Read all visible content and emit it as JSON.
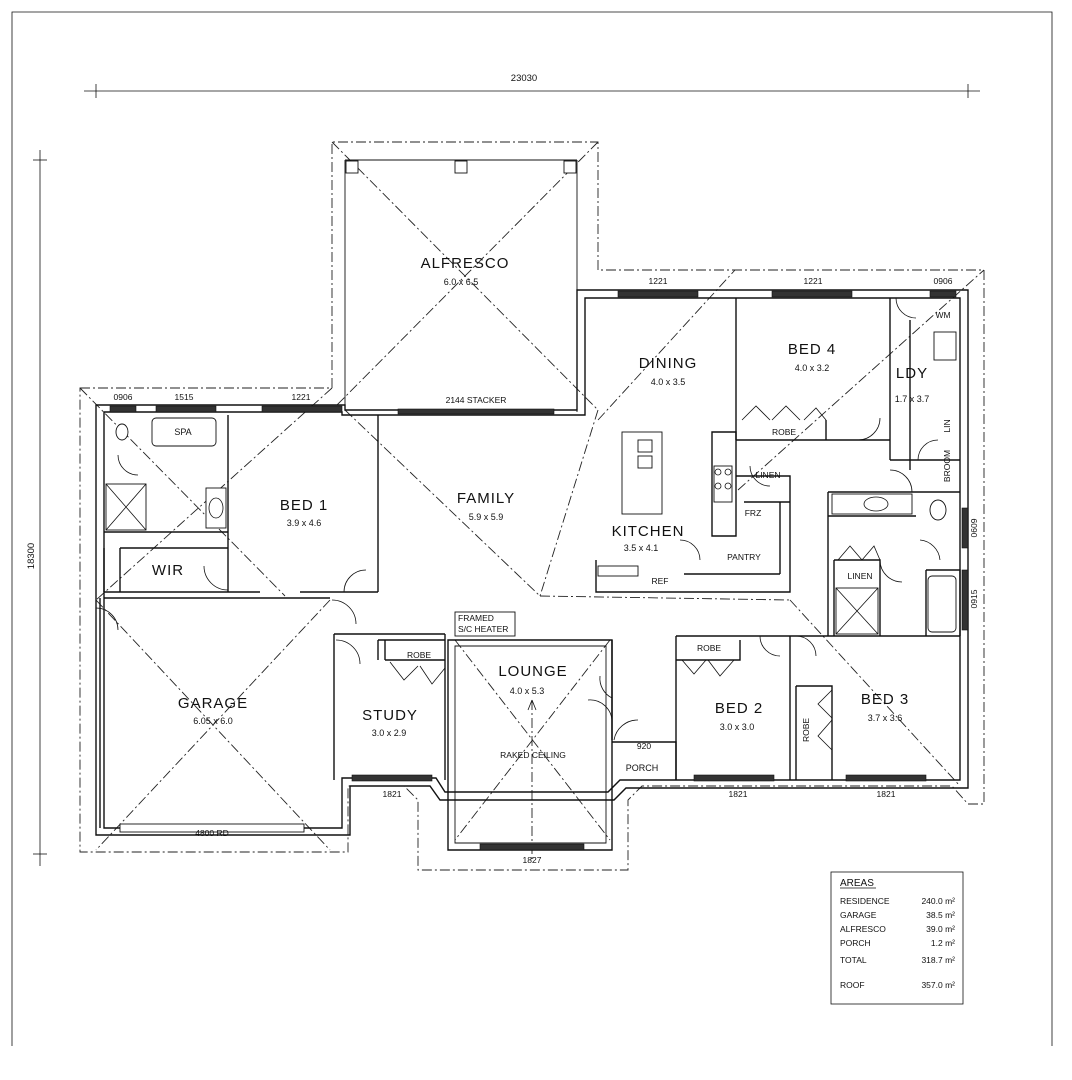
{
  "dimensions": {
    "overall_width": "23030",
    "overall_depth": "18300"
  },
  "rooms": {
    "alfresco": {
      "name": "ALFRESCO",
      "size": "6.0 x 6.5"
    },
    "dining": {
      "name": "DINING",
      "size": "4.0 x 3.5"
    },
    "bed4": {
      "name": "BED 4",
      "size": "4.0 x 3.2"
    },
    "ldy": {
      "name": "LDY",
      "size": "1.7 x 3.7"
    },
    "bed1": {
      "name": "BED 1",
      "size": "3.9 x 4.6"
    },
    "family": {
      "name": "FAMILY",
      "size": "5.9 x 5.9"
    },
    "kitchen": {
      "name": "KITCHEN",
      "size": "3.5 x 4.1"
    },
    "garage": {
      "name": "GARAGE",
      "size": "6.05 x 6.0"
    },
    "study": {
      "name": "STUDY",
      "size": "3.0 x 2.9"
    },
    "lounge": {
      "name": "LOUNGE",
      "size": "4.0 x 5.3"
    },
    "bed2": {
      "name": "BED 2",
      "size": "3.0 x 3.0"
    },
    "bed3": {
      "name": "BED 3",
      "size": "3.7 x 3.6"
    }
  },
  "labels": {
    "spa": "SPA",
    "wir": "WIR",
    "robe": "ROBE",
    "linen": "LINEN",
    "frz": "FRZ",
    "pantry": "PANTRY",
    "ref": "REF",
    "wm": "WM",
    "lin": "LIN",
    "broom": "BROOM",
    "porch": "PORCH",
    "raked_ceiling": "RAKED CEILING",
    "framed_heater_1": "FRAMED",
    "framed_heater_2": "S/C HEATER",
    "stacker": "2144 STACKER",
    "garage_door": "4800 RD"
  },
  "openings": {
    "w0906a": "0906",
    "w1515": "1515",
    "w1221a": "1221",
    "w1221b": "1221",
    "w1221c": "1221",
    "w0906b": "0906",
    "w0609": "0609",
    "w0915": "0915",
    "w1821a": "1821",
    "w1827": "1827",
    "w1821b": "1821",
    "w1821c": "1821",
    "d920": "920"
  },
  "areas": {
    "title": "AREAS",
    "rows": [
      {
        "label": "RESIDENCE",
        "value": "240.0 m²"
      },
      {
        "label": "GARAGE",
        "value": "38.5 m²"
      },
      {
        "label": "ALFRESCO",
        "value": "39.0 m²"
      },
      {
        "label": "PORCH",
        "value": "1.2  m²"
      },
      {
        "label": "TOTAL",
        "value": "318.7 m²"
      },
      {
        "label": "ROOF",
        "value": "357.0 m²"
      }
    ]
  }
}
